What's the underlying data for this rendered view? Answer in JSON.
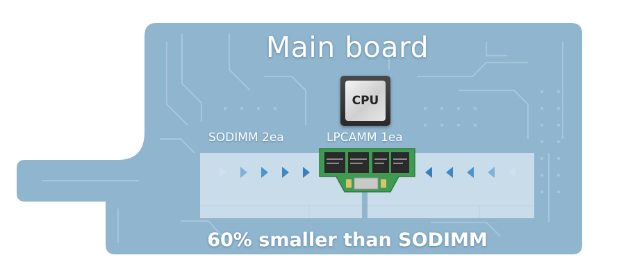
{
  "diagram": {
    "title": "Main board",
    "cpu_label": "CPU",
    "sodimm_label": "SODIMM 2ea",
    "lpcamm_label": "LPCAMM 1ea",
    "footer": "60% smaller than SODIMM"
  },
  "colors": {
    "board": "#8fb5cf",
    "trace": "#b9d2e3",
    "slot": "#cfe0ec",
    "module_green": "#3f9a52",
    "arrow_left_side": "#3f86c4",
    "arrow_right_side": "#3f86c4"
  }
}
